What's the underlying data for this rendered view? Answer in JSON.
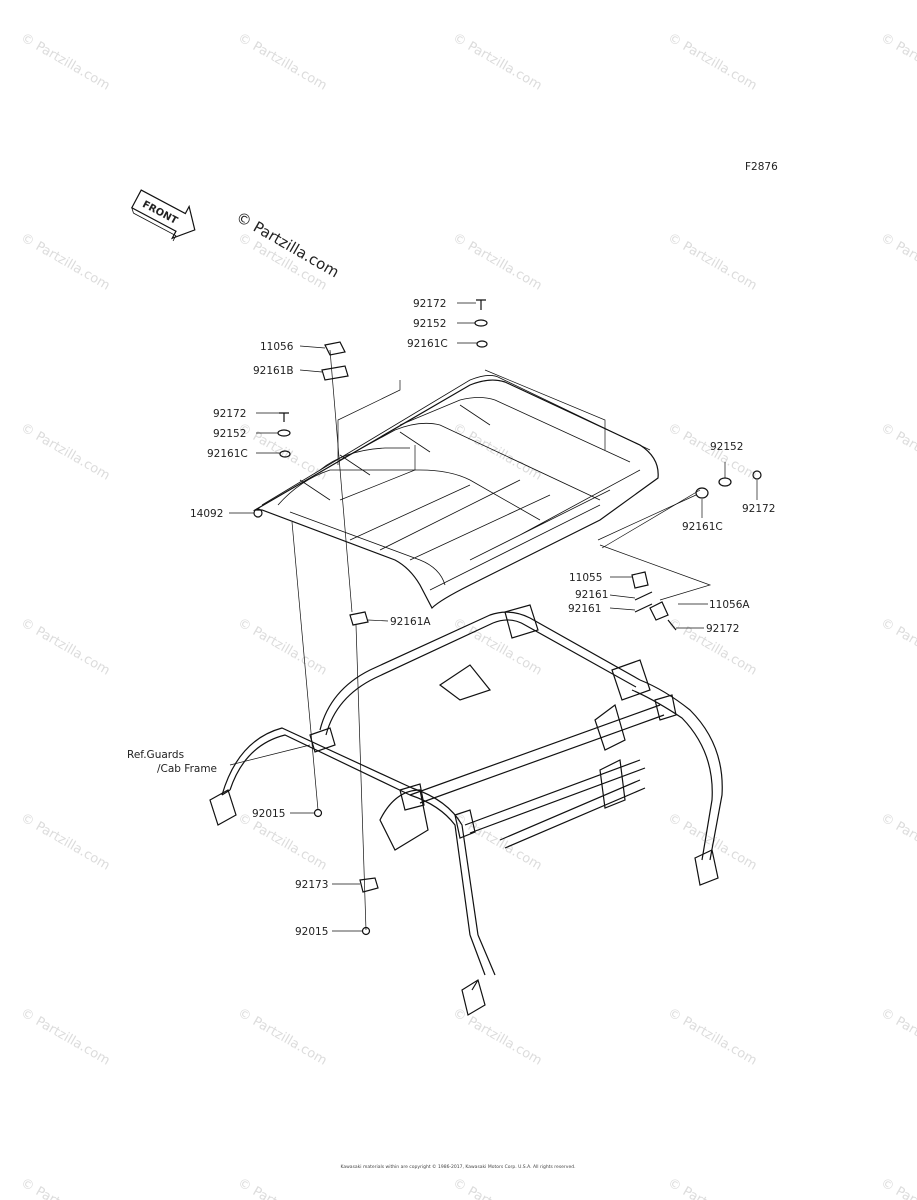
{
  "diagram_code": "F2876",
  "front_arrow_label": "FRONT",
  "brand": "© Partzilla.com",
  "watermark": "© Partzilla.com",
  "reference": "Ref.Guards /Cab Frame",
  "callouts": [
    {
      "part": "92172"
    },
    {
      "part": "92152"
    },
    {
      "part": "92161C"
    },
    {
      "part": "11056"
    },
    {
      "part": "92161B"
    },
    {
      "part": "92172"
    },
    {
      "part": "92152"
    },
    {
      "part": "92161C"
    },
    {
      "part": "14092"
    },
    {
      "part": "92161A"
    },
    {
      "part": "92152"
    },
    {
      "part": "92172"
    },
    {
      "part": "92161C"
    },
    {
      "part": "11055"
    },
    {
      "part": "92161"
    },
    {
      "part": "92161"
    },
    {
      "part": "11056A"
    },
    {
      "part": "92172"
    },
    {
      "part": "92015"
    },
    {
      "part": "92173"
    },
    {
      "part": "92015"
    }
  ],
  "copyright": "Kawasaki materials within are copyright © 1986-2017, Kawasaki Motors Corp. U.S.A. All rights reserved."
}
